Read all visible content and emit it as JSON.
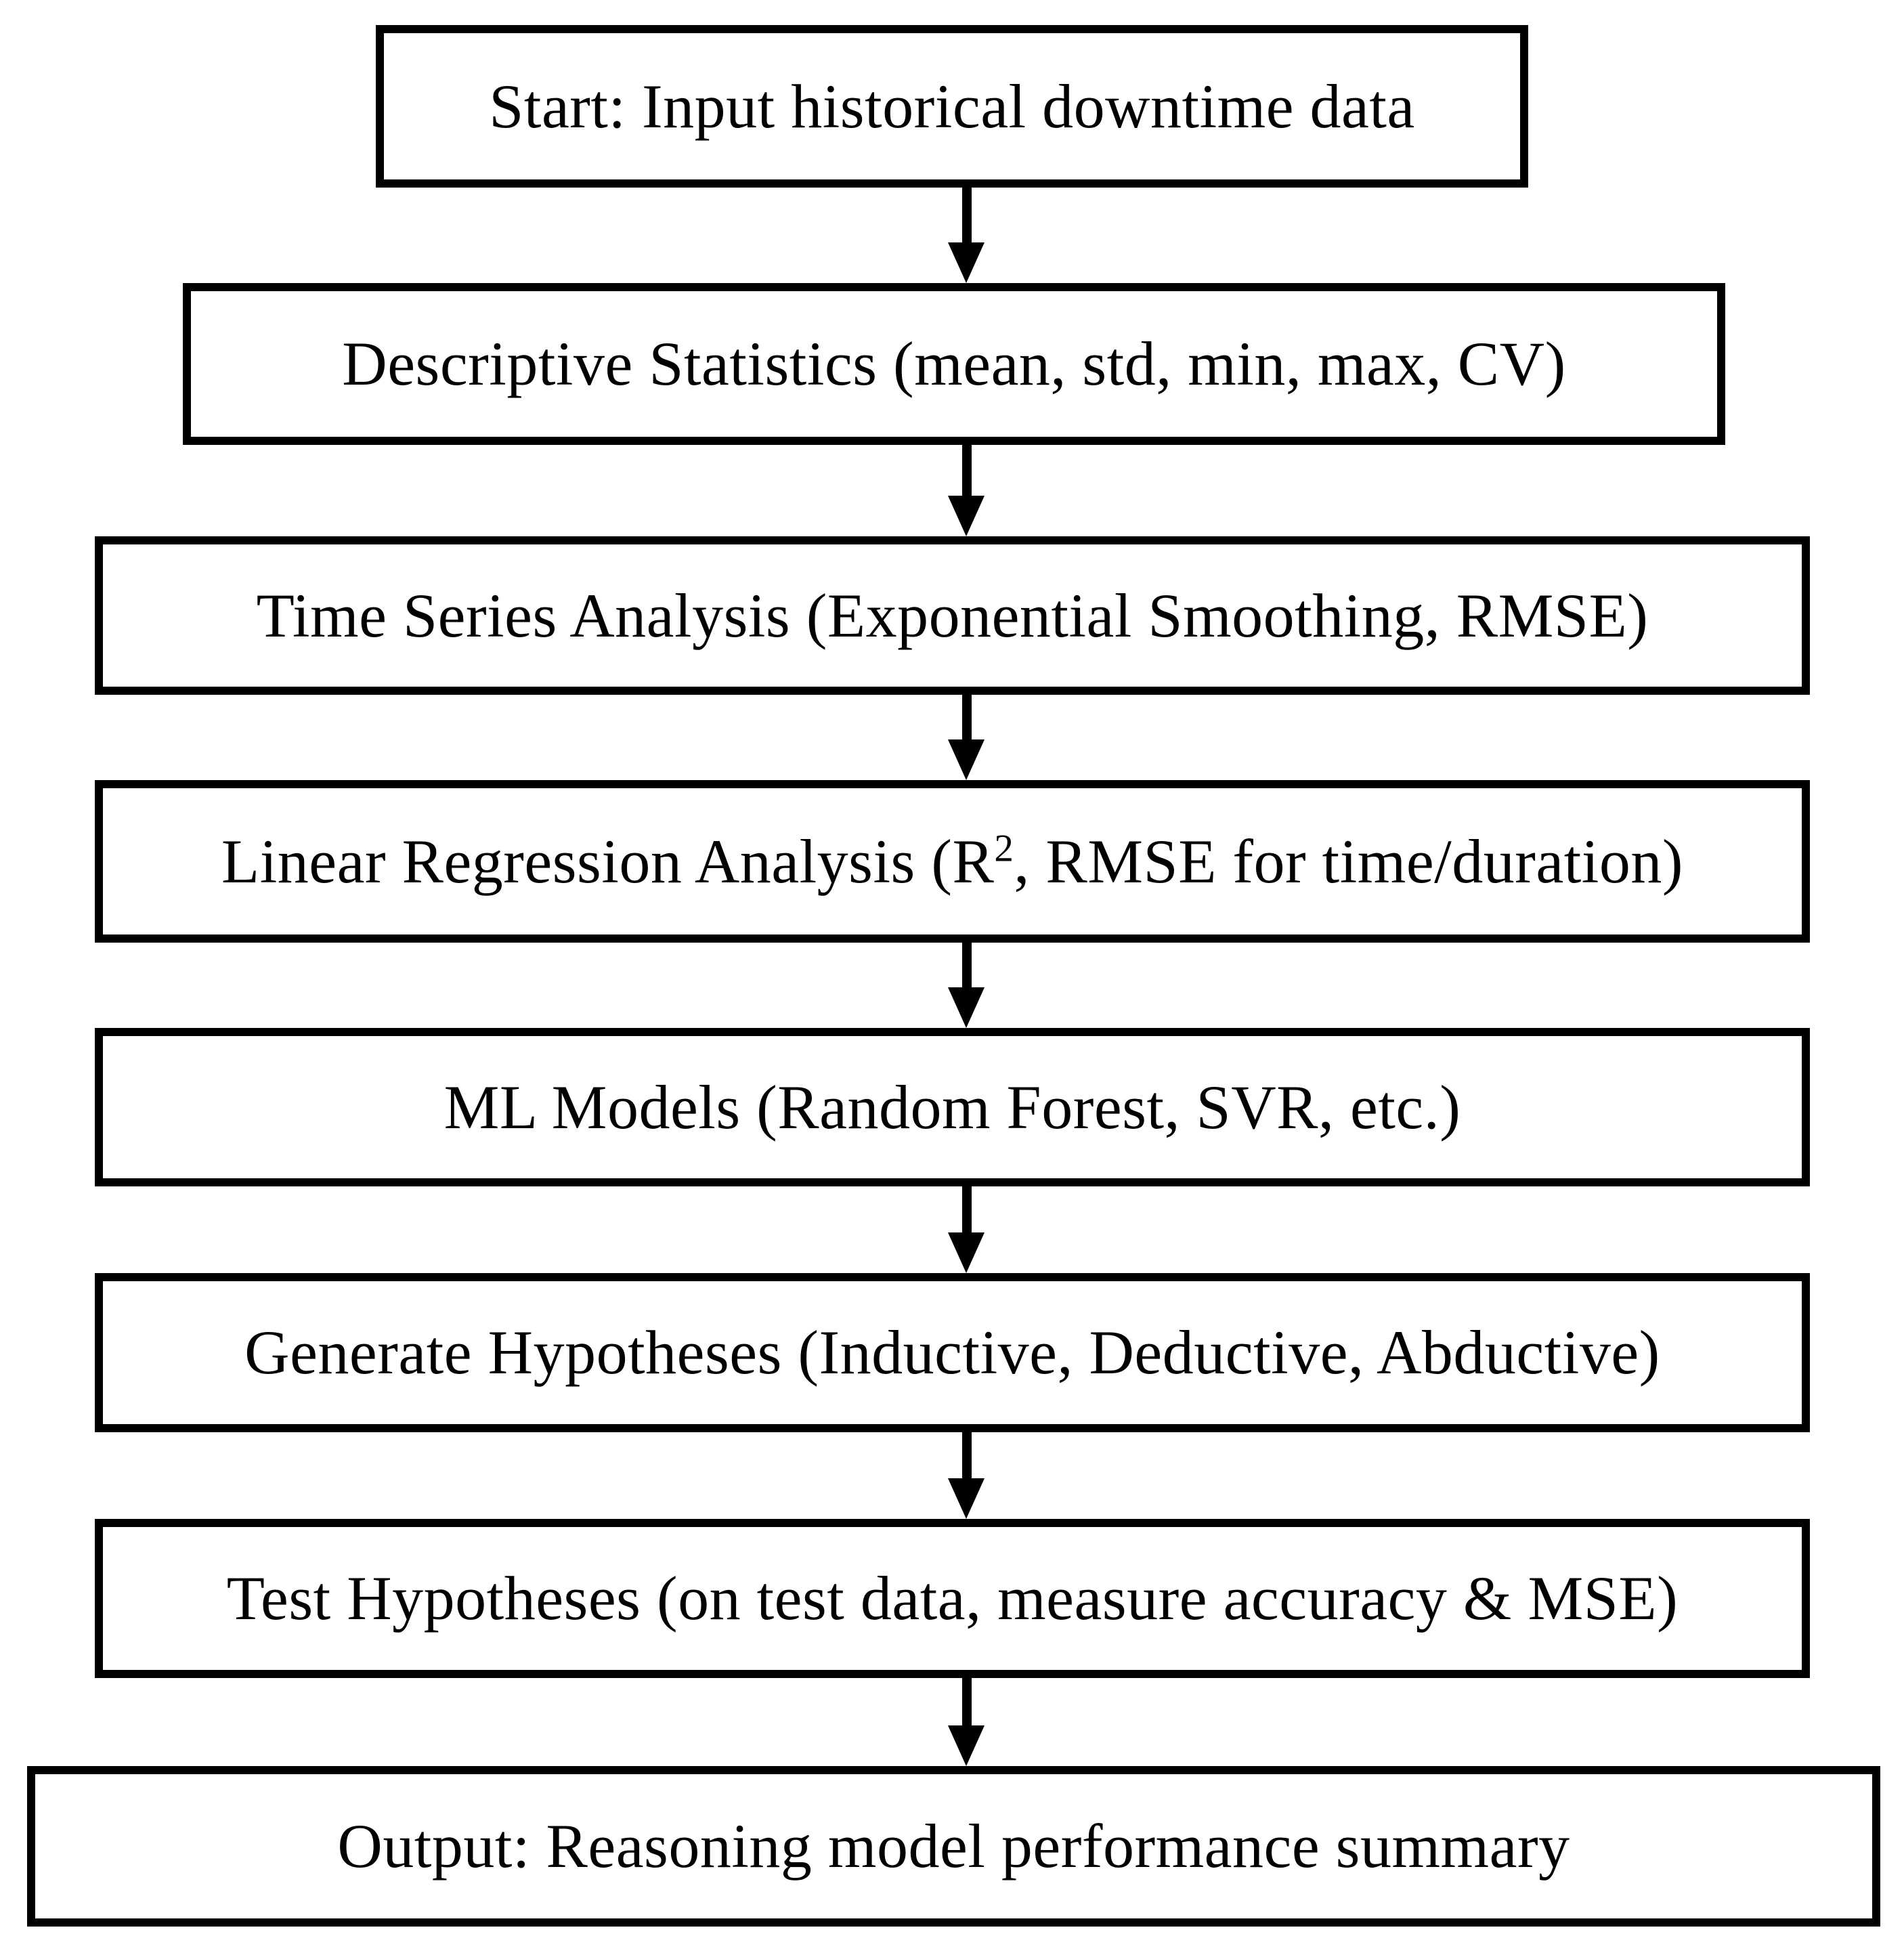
{
  "diagram": {
    "type": "flowchart",
    "orientation": "top-to-bottom",
    "background_color": "#FFFFFF",
    "stroke_color": "#000000",
    "text_color": "#000000",
    "nodes": [
      {
        "id": "start",
        "label": "Start: Input historical downtime data",
        "shape": "rectangle"
      },
      {
        "id": "descriptive",
        "label": "Descriptive Statistics (mean, std, min, max, CV)",
        "shape": "rectangle"
      },
      {
        "id": "timeseries",
        "label": "Time Series Analysis (Exponential Smoothing, RMSE)",
        "shape": "rectangle"
      },
      {
        "id": "regression",
        "label_pre": "Linear Regression Analysis (R",
        "label_sup": "2",
        "label_post": ", RMSE for time/duration)",
        "shape": "rectangle"
      },
      {
        "id": "mlmodels",
        "label": "ML Models (Random Forest, SVR, etc.)",
        "shape": "rectangle"
      },
      {
        "id": "generate",
        "label": "Generate Hypotheses (Inductive, Deductive, Abductive)",
        "shape": "rectangle"
      },
      {
        "id": "test",
        "label": "Test Hypotheses (on test data, measure accuracy & MSE)",
        "shape": "rectangle"
      },
      {
        "id": "output",
        "label": "Output: Reasoning model performance summary",
        "shape": "rectangle"
      }
    ],
    "edges": [
      {
        "from": "start",
        "to": "descriptive",
        "style": "solid-arrow-down"
      },
      {
        "from": "descriptive",
        "to": "timeseries",
        "style": "solid-arrow-down"
      },
      {
        "from": "timeseries",
        "to": "regression",
        "style": "solid-arrow-down"
      },
      {
        "from": "regression",
        "to": "mlmodels",
        "style": "solid-arrow-down"
      },
      {
        "from": "mlmodels",
        "to": "generate",
        "style": "solid-arrow-down"
      },
      {
        "from": "generate",
        "to": "test",
        "style": "solid-arrow-down"
      },
      {
        "from": "test",
        "to": "output",
        "style": "solid-arrow-down"
      }
    ]
  }
}
